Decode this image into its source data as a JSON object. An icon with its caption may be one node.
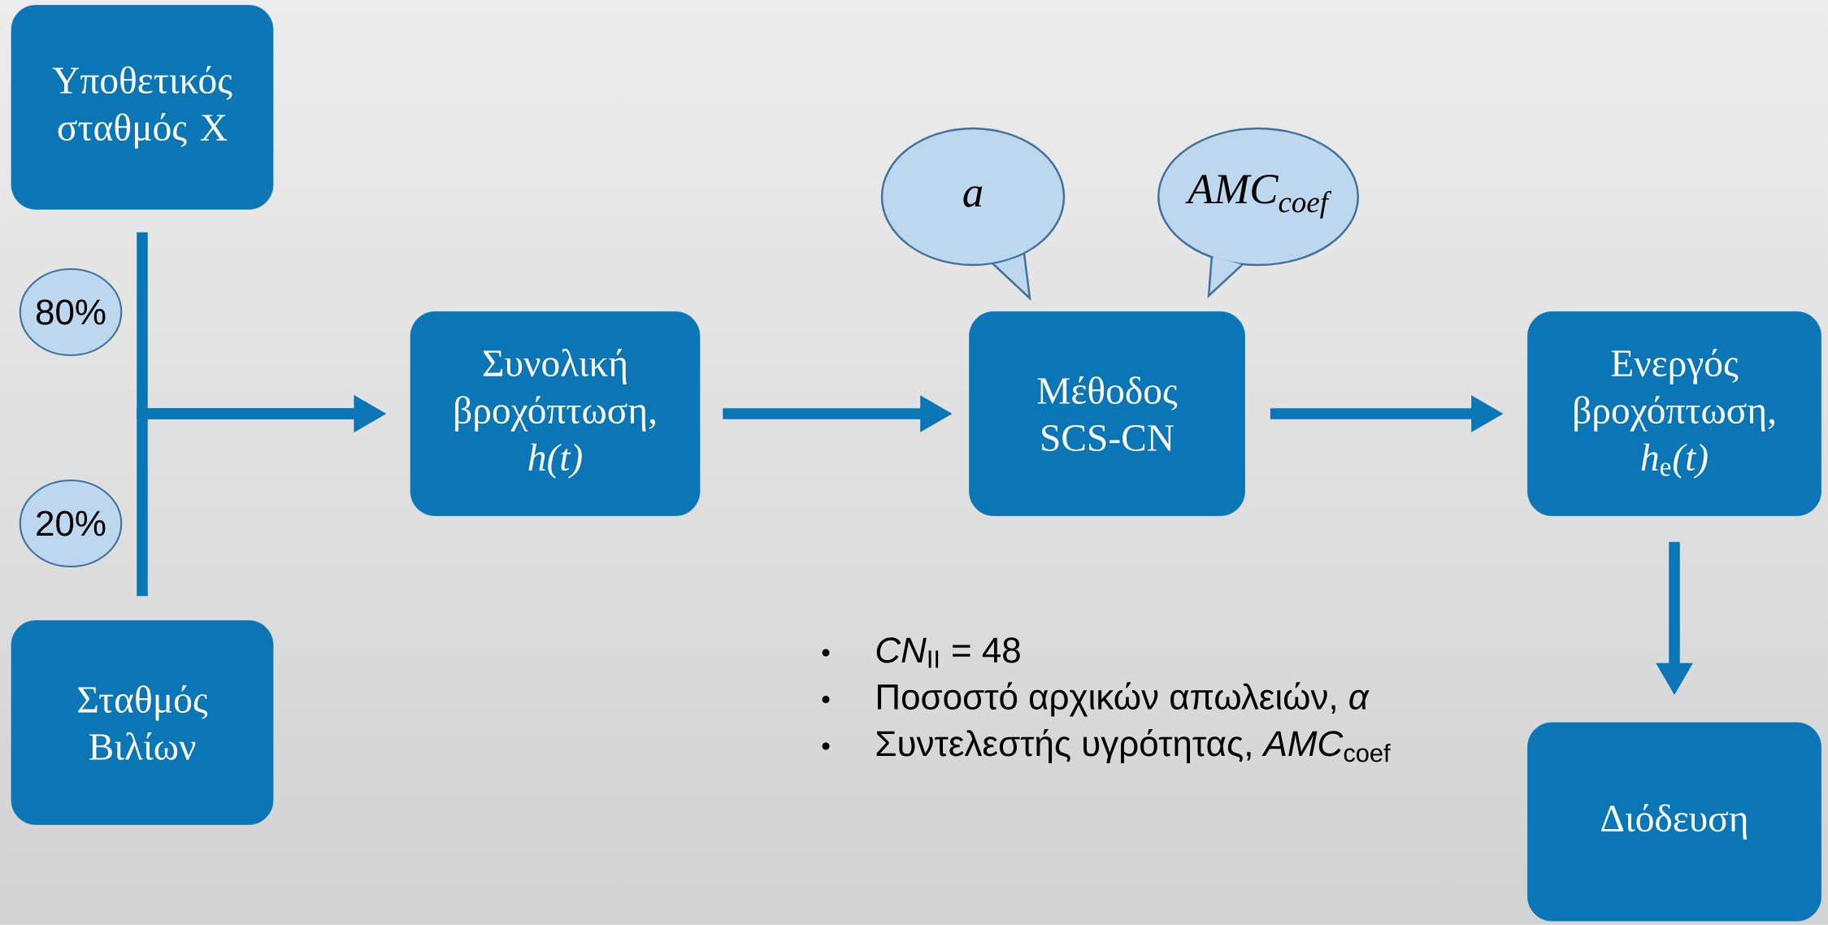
{
  "diagram": {
    "nodes": [
      {
        "text": [
          "Υποθετικός σταθμός Χ"
        ]
      },
      {
        "text": [
          "Σταθμός Βιλίων"
        ]
      },
      {
        "text": [
          "80%"
        ]
      },
      {
        "text": [
          "20%"
        ]
      },
      {
        "text": [
          "Συνολική βροχόπτωση, *h(t)*"
        ]
      },
      {
        "text": [
          "a"
        ]
      },
      {
        "text": [
          "AMC$_{coef}$"
        ]
      },
      {
        "text": [
          "Μέθοδος SCS-CN"
        ]
      },
      {
        "text": [
          "Ενεργός βροχόπτωση, *h*$_{e}$*(t)*"
        ]
      },
      {
        "text": [
          "Διόδευση"
        ]
      }
    ],
    "edges": [
      {
        "from": 0,
        "to": 4,
        "arrow": "to"
      },
      {
        "from": 1,
        "to": 4,
        "arrow": "to"
      },
      {
        "from": 4,
        "to": 7,
        "arrow": "to"
      },
      {
        "from": 7,
        "to": 8,
        "arrow": "to"
      },
      {
        "from": 8,
        "to": 9,
        "arrow": "to"
      }
    ],
    "labels": [
      "*CN*$_{II}$ = 48",
      "Ποσοστό αρχικών απωλειών, *α*",
      "Συντελεστής υγρότητας, *AMC*$_{coef}$"
    ]
  }
}
